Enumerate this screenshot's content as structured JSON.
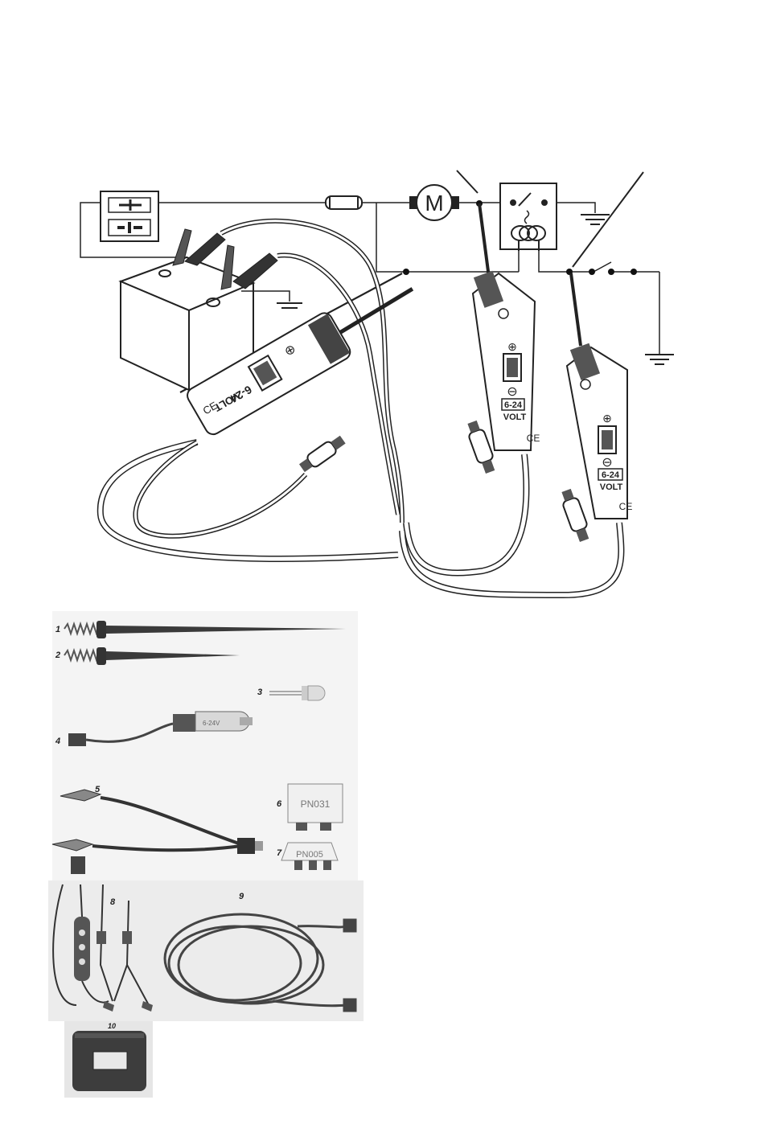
{
  "circuit": {
    "motor_symbol": "M",
    "probe_labels": {
      "plus": "⊕",
      "minus": "⊖",
      "voltage": "6-24",
      "unit": "VOLT",
      "cert": "CE"
    }
  },
  "parts": {
    "numbers": [
      "1",
      "2",
      "3",
      "4",
      "5",
      "6",
      "7",
      "8",
      "9",
      "10"
    ],
    "part6_marking": "PN031",
    "part7_marking": "PN005"
  }
}
